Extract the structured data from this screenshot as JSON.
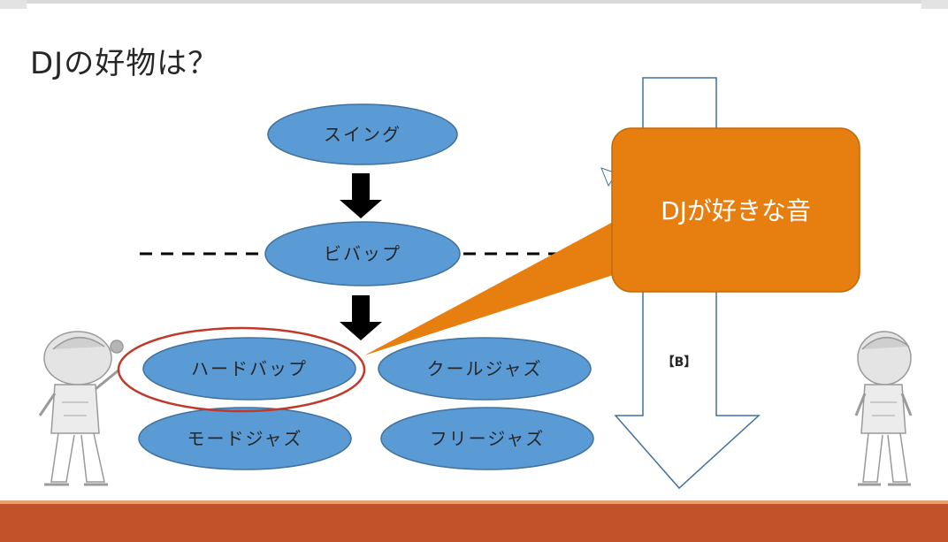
{
  "slide": {
    "title": "DJの好物は？"
  },
  "nodes": {
    "swing": "スイング",
    "bebop": "ビバップ",
    "hardbop": "ハードバップ",
    "cooljazz": "クールジャズ",
    "modejazz": "モードジャズ",
    "freejazz": "フリージャズ"
  },
  "callout": {
    "text": "DJが好きな音"
  },
  "big_arrow": {
    "label": "【B】"
  },
  "colors": {
    "node_fill": "#5b9bd5",
    "node_stroke": "#41719c",
    "callout_fill": "#e67e10",
    "highlight_ring": "#c0392b",
    "bottom_bar": "#c0532a"
  },
  "icons": {
    "left_illustration": "jazz-musician-illustration",
    "right_illustration": "jazz-musician-illustration"
  }
}
